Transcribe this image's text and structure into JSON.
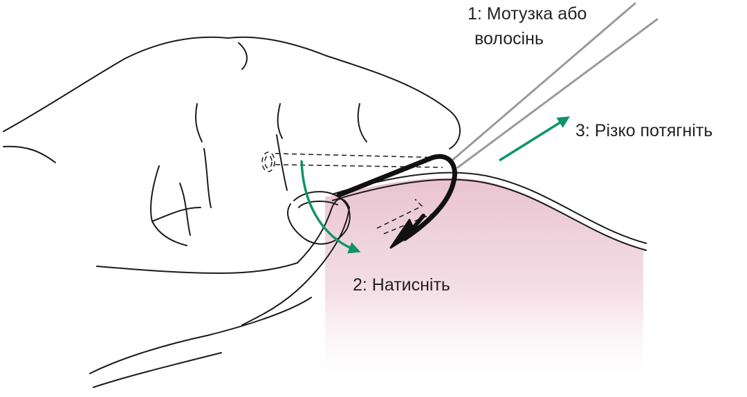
{
  "labels": {
    "step1_line1": "1: Мотузка або",
    "step1_line2": "волосінь",
    "step2": "2: Натисніть",
    "step3": "3: Різко потягніть"
  },
  "colors": {
    "arrow": "#10936a",
    "line": "#1a1a1a",
    "hook": "#111111",
    "string": "#9a9a9a",
    "skin_tint": "#eecfd8"
  },
  "icons": {
    "step2_arrow": "curved-arrow-down-right",
    "step3_arrow": "arrow-up-right"
  }
}
